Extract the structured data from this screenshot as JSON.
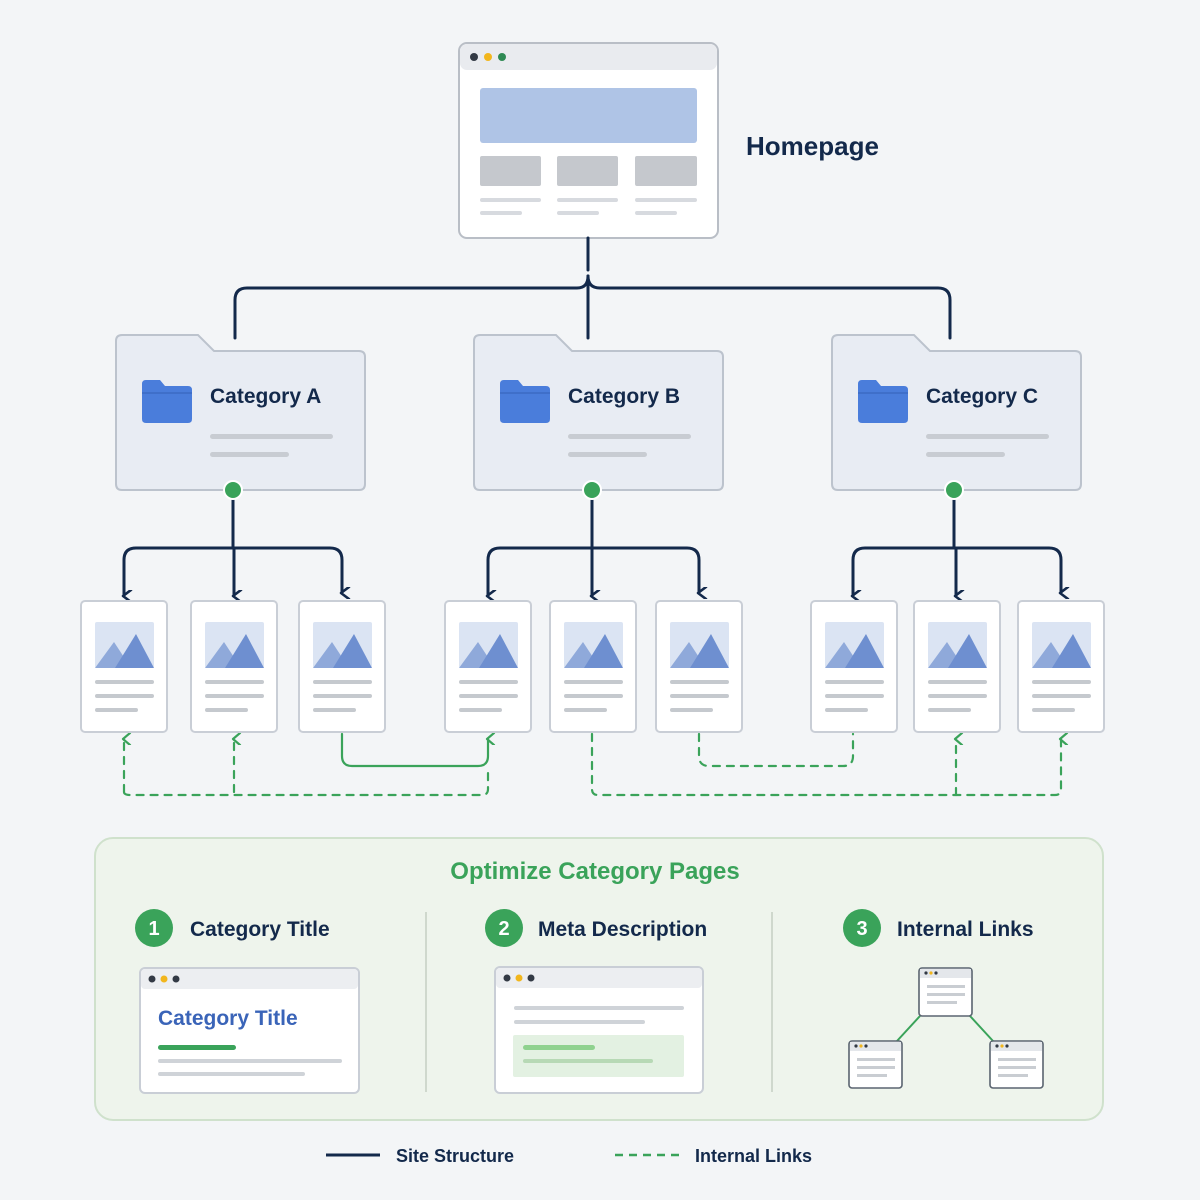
{
  "homepage": {
    "label": "Homepage"
  },
  "categories": [
    {
      "label": "Category A"
    },
    {
      "label": "Category B"
    },
    {
      "label": "Category C"
    }
  ],
  "panel": {
    "title": "Optimize Category Pages",
    "steps": [
      {
        "number": "1",
        "label": "Category Title"
      },
      {
        "number": "2",
        "label": "Meta Description"
      },
      {
        "number": "3",
        "label": "Internal Links"
      }
    ],
    "mock_title": "Category Title"
  },
  "legend": {
    "site_structure": "Site Structure",
    "internal_links": "Internal Links"
  },
  "colors": {
    "structure": "#13294b",
    "links": "#3aa35a",
    "folder": "#4a7ddb",
    "card_border": "#c9ced6"
  }
}
